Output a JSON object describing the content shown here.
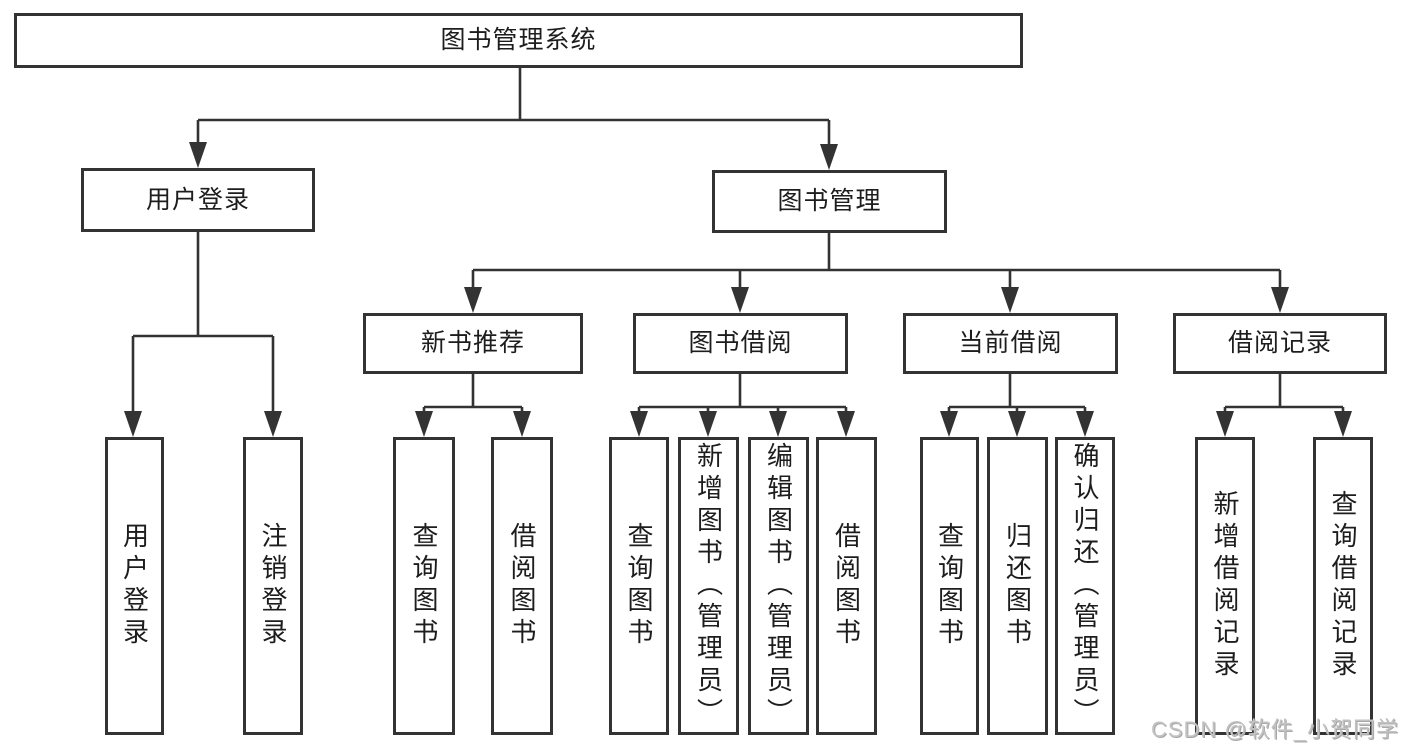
{
  "tree": {
    "label": "图书管理系统",
    "children": [
      {
        "label": "用户登录",
        "children": [
          {
            "label": "用户登录"
          },
          {
            "label": "注销登录"
          }
        ]
      },
      {
        "label": "图书管理",
        "children": [
          {
            "label": "新书推荐",
            "children": [
              {
                "label": "查询图书"
              },
              {
                "label": "借阅图书"
              }
            ]
          },
          {
            "label": "图书借阅",
            "children": [
              {
                "label": "查询图书"
              },
              {
                "label": "新增图书（管理员）"
              },
              {
                "label": "编辑图书（管理员）"
              },
              {
                "label": "借阅图书"
              }
            ]
          },
          {
            "label": "当前借阅",
            "children": [
              {
                "label": "查询图书"
              },
              {
                "label": "归还图书"
              },
              {
                "label": "确认归还（管理员）"
              }
            ]
          },
          {
            "label": "借阅记录",
            "children": [
              {
                "label": "新增借阅记录"
              },
              {
                "label": "查询借阅记录"
              }
            ]
          }
        ]
      }
    ]
  },
  "watermark": {
    "text": "CSDN @软件_小贺同学"
  },
  "colors": {
    "line": "#333333",
    "box_border": "#333333",
    "text": "#1d1d1d",
    "watermark": "#c2c2c2",
    "background": "#ffffff"
  }
}
